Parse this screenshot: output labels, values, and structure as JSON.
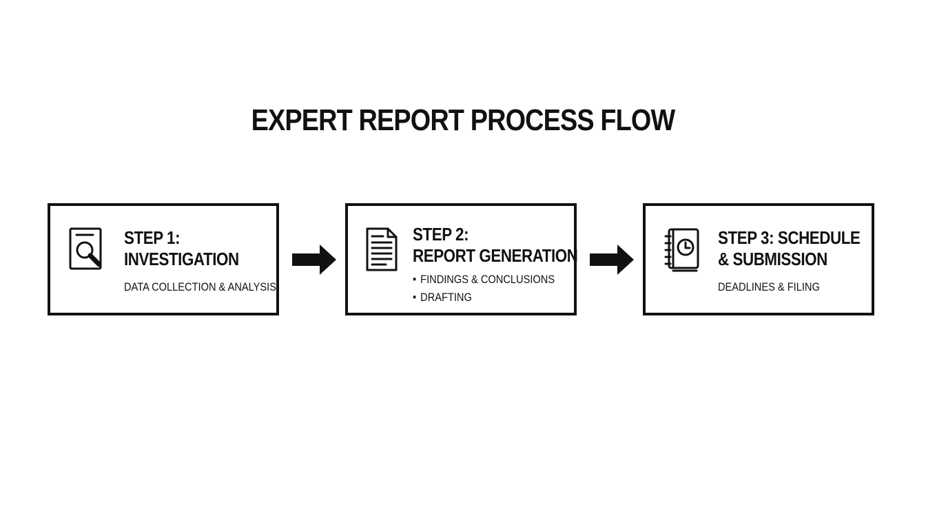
{
  "diagram": {
    "title": "EXPERT REPORT PROCESS FLOW",
    "steps": [
      {
        "heading_lines": [
          "STEP 1:",
          "INVESTIGATION"
        ],
        "description": "DATA COLLECTION & ANALYSIS",
        "icon": "magnifier-document-icon"
      },
      {
        "heading_lines": [
          "STEP 2:",
          "REPORT GENERATION"
        ],
        "bullets": [
          "FINDINGS & CONCLUSIONS",
          "DRAFTING"
        ],
        "icon": "document-icon"
      },
      {
        "heading_lines": [
          "STEP 3: SCHEDULE",
          "& SUBMISSION"
        ],
        "description": "DEADLINES & FILING",
        "icon": "clock-notebook-icon"
      }
    ],
    "connectors": [
      "right-arrow-icon",
      "right-arrow-icon"
    ],
    "colors": {
      "line": "#111111",
      "background": "#ffffff"
    }
  }
}
